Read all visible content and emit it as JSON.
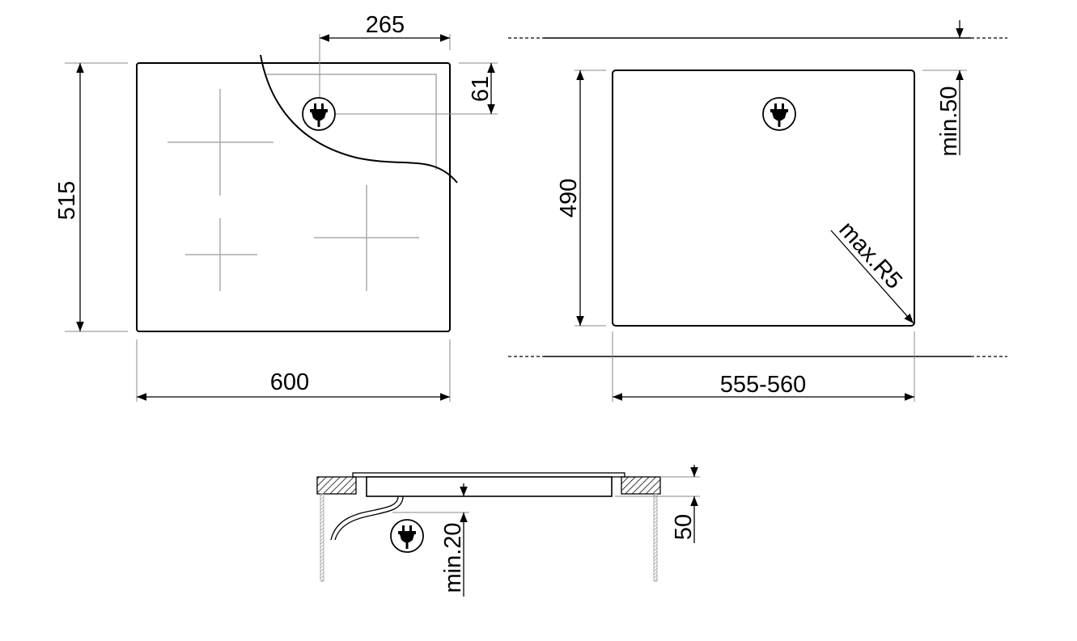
{
  "top_view": {
    "dim_depth": "515",
    "dim_width": "600",
    "dim_plug_x": "265",
    "dim_plug_y": "61"
  },
  "cutout_view": {
    "dim_depth": "490",
    "dim_width": "555-560",
    "dim_min_back": "min.50",
    "dim_radius": "max.R5"
  },
  "section_view": {
    "dim_min_below": "min.20",
    "dim_height": "50"
  },
  "icons": [
    "plug-icon"
  ]
}
